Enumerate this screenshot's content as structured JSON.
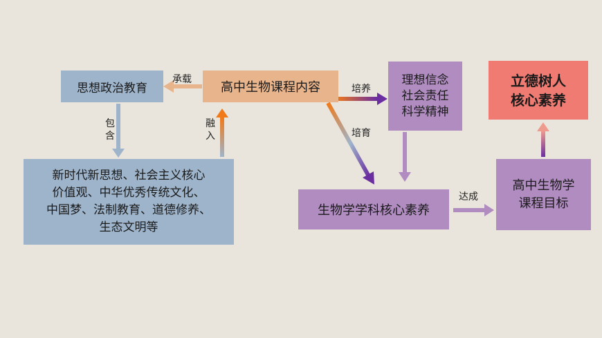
{
  "nodes": {
    "sixiang": "思想政治教育",
    "content": "高中生物课程内容",
    "values": "理想信念\n社会责任\n科学精神",
    "lide": "立德树人\n核心素养",
    "include_detail": "新时代新思想、社会主义核心\n价值观、中华优秀传统文化、\n中国梦、法制教育、道德修养、\n生态文明等",
    "literacy": "生物学学科核心素养",
    "goal": "高中生物学\n课程目标"
  },
  "edges": {
    "chengzai": "承载",
    "baohan": "包\n含",
    "rongru": "融\n入",
    "peiyang": "培养",
    "peiyu": "培育",
    "dacheng": "达成"
  },
  "colors": {
    "blue": "#9eb4cb",
    "orange": "#e8b48c",
    "purple": "#b08cc1",
    "red": "#ef7b72",
    "background": "#e9e5dc"
  }
}
